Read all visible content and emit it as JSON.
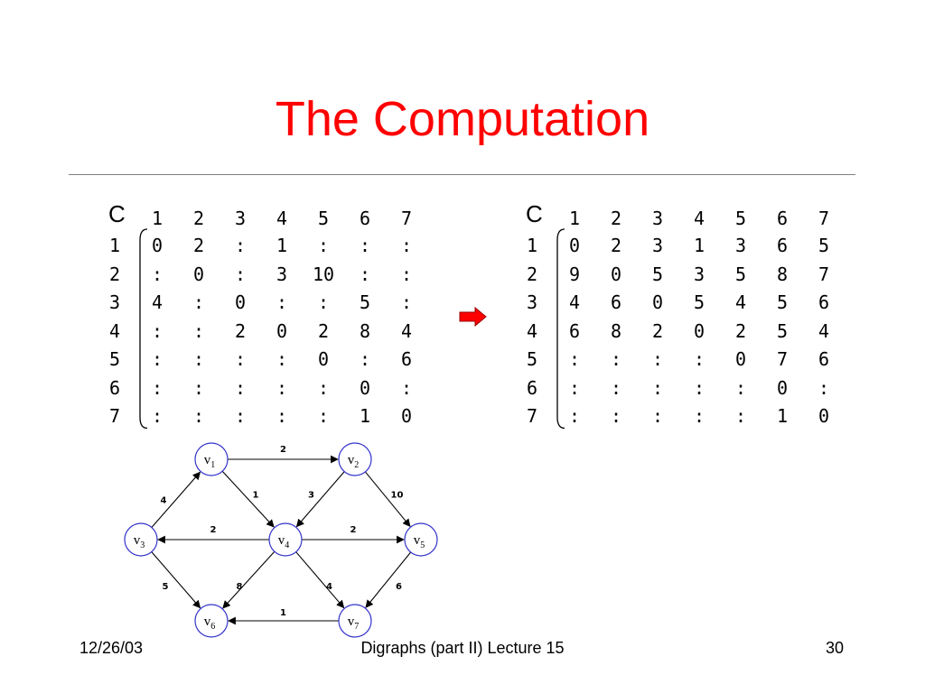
{
  "slide": {
    "title": "The Computation",
    "footer": {
      "date": "12/26/03",
      "center": "Digraphs (part II) Lecture 15",
      "page": "30"
    }
  },
  "colors": {
    "title": "#ff0000",
    "arrow": "#ff0000",
    "node_stroke": "#3333cc"
  },
  "matrices": [
    {
      "label": "C",
      "col_headers": [
        "1",
        "2",
        "3",
        "4",
        "5",
        "6",
        "7"
      ],
      "row_headers": [
        "1",
        "2",
        "3",
        "4",
        "5",
        "6",
        "7"
      ],
      "rows": [
        [
          "0",
          "2",
          ":",
          "1",
          ":",
          ":",
          ":"
        ],
        [
          ":",
          "0",
          ":",
          "3",
          "10",
          ":",
          ":"
        ],
        [
          "4",
          ":",
          "0",
          ":",
          ":",
          "5",
          ":"
        ],
        [
          ":",
          ":",
          "2",
          "0",
          "2",
          "8",
          "4"
        ],
        [
          ":",
          ":",
          ":",
          ":",
          "0",
          ":",
          "6"
        ],
        [
          ":",
          ":",
          ":",
          ":",
          ":",
          "0",
          ":"
        ],
        [
          ":",
          ":",
          ":",
          ":",
          ":",
          "1",
          "0"
        ]
      ]
    },
    {
      "label": "C",
      "col_headers": [
        "1",
        "2",
        "3",
        "4",
        "5",
        "6",
        "7"
      ],
      "row_headers": [
        "1",
        "2",
        "3",
        "4",
        "5",
        "6",
        "7"
      ],
      "rows": [
        [
          "0",
          "2",
          "3",
          "1",
          "3",
          "6",
          "5"
        ],
        [
          "9",
          "0",
          "5",
          "3",
          "5",
          "8",
          "7"
        ],
        [
          "4",
          "6",
          "0",
          "5",
          "4",
          "5",
          "6"
        ],
        [
          "6",
          "8",
          "2",
          "0",
          "2",
          "5",
          "4"
        ],
        [
          ":",
          ":",
          ":",
          ":",
          "0",
          "7",
          "6"
        ],
        [
          ":",
          ":",
          ":",
          ":",
          ":",
          "0",
          ":"
        ],
        [
          ":",
          ":",
          ":",
          ":",
          ":",
          "1",
          "0"
        ]
      ]
    }
  ],
  "graph": {
    "nodes": [
      {
        "id": "v1",
        "base": "v",
        "sub": "1"
      },
      {
        "id": "v2",
        "base": "v",
        "sub": "2"
      },
      {
        "id": "v3",
        "base": "v",
        "sub": "3"
      },
      {
        "id": "v4",
        "base": "v",
        "sub": "4"
      },
      {
        "id": "v5",
        "base": "v",
        "sub": "5"
      },
      {
        "id": "v6",
        "base": "v",
        "sub": "6"
      },
      {
        "id": "v7",
        "base": "v",
        "sub": "7"
      }
    ],
    "edges": [
      {
        "from": "v1",
        "to": "v2",
        "weight": "2"
      },
      {
        "from": "v3",
        "to": "v1",
        "weight": "4"
      },
      {
        "from": "v1",
        "to": "v4",
        "weight": "1"
      },
      {
        "from": "v2",
        "to": "v4",
        "weight": "3"
      },
      {
        "from": "v2",
        "to": "v5",
        "weight": "10"
      },
      {
        "from": "v4",
        "to": "v3",
        "weight": "2"
      },
      {
        "from": "v4",
        "to": "v5",
        "weight": "2"
      },
      {
        "from": "v3",
        "to": "v6",
        "weight": "5"
      },
      {
        "from": "v4",
        "to": "v6",
        "weight": "8"
      },
      {
        "from": "v4",
        "to": "v7",
        "weight": "4"
      },
      {
        "from": "v5",
        "to": "v7",
        "weight": "6"
      },
      {
        "from": "v7",
        "to": "v6",
        "weight": "1"
      }
    ]
  }
}
